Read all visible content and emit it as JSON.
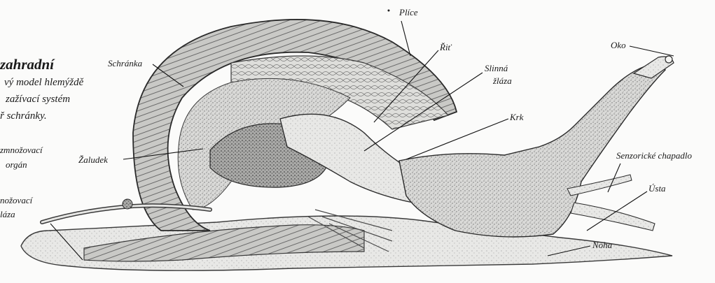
{
  "caption": {
    "title": "zahradní",
    "lines": [
      "vý model hlemýždě",
      "zažívací systém",
      "ř schránky."
    ]
  },
  "side_labels": {
    "organ_line1": "zmnožovací",
    "organ_line2": "orgán",
    "gland_line1": "nožovací",
    "gland_line2": "láza"
  },
  "labels": {
    "schranka": "Schránka",
    "plice": "Plíce",
    "rit": "Řiť",
    "slinna_1": "Slinná",
    "slinna_2": "žláza",
    "krk": "Krk",
    "oko": "Oko",
    "zaludek": "Žaludek",
    "senzoricke": "Senzorické chapadlo",
    "usta": "Ústa",
    "noha": "Noha"
  },
  "colors": {
    "ink": "#1a1a1a",
    "paper": "#fbfbfa",
    "shade": "#8a8a8a"
  }
}
